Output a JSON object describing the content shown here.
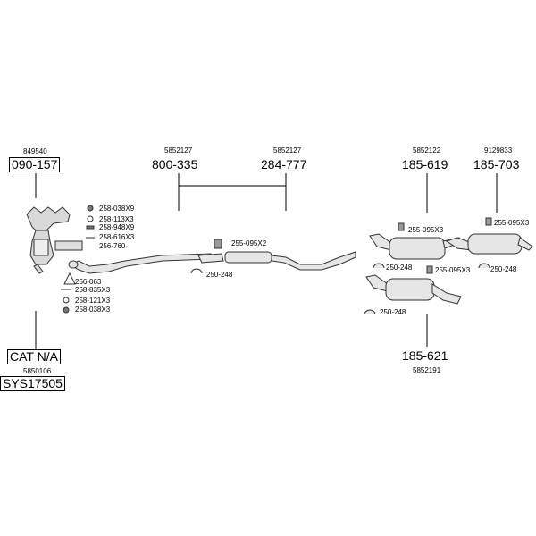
{
  "manifold": {
    "ref": "849540",
    "part": "090-157"
  },
  "catalyst": {
    "text": "CAT N/A",
    "ref": "5850106",
    "system": "SYS17505"
  },
  "front_pipe": {
    "ref": "5852127",
    "part": "800-335"
  },
  "center_box": {
    "ref": "5852127",
    "part": "284-777"
  },
  "rear_box_a": {
    "ref": "5852122",
    "part": "185-619"
  },
  "rear_box_b": {
    "ref": "9129833",
    "part": "185-703"
  },
  "rear_box_c": {
    "part": "185-621",
    "ref": "5852191"
  },
  "hardware_top": [
    "258-038X9",
    "258-113X3",
    "258-948X9",
    "258-616X3",
    "256-760"
  ],
  "hardware_bottom": [
    "256-063",
    "258-835X3",
    "258-121X3",
    "258-038X3"
  ],
  "clamps": {
    "mid_bracket": "255-095X2",
    "mid_clamp": "250-248",
    "rear_a_bracket": "255-095X3",
    "rear_a_clamp": "250-248",
    "rear_b_bracket": "255-095X3",
    "rear_b_clamp": "250-248",
    "rear_c_bracket": "255-095X3",
    "rear_c_clamp": "250-248"
  },
  "colors": {
    "line": "#000000",
    "part_fill": "#d9d9d9",
    "part_stroke": "#333333"
  }
}
